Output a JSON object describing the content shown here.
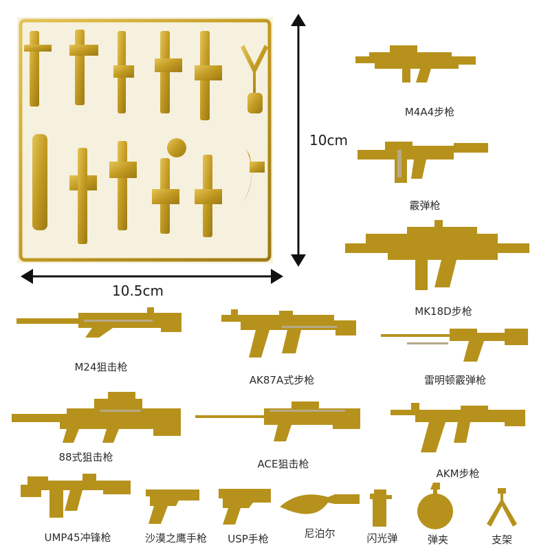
{
  "colors": {
    "gold": "#b6921c",
    "sprue": "#c9a32b",
    "arrow": "#111111"
  },
  "dimensions": {
    "height_label": "10cm",
    "width_label": "10.5cm"
  },
  "items": [
    {
      "id": "m4a4",
      "label": "M4A4步枪",
      "icon": "rifle-icon"
    },
    {
      "id": "shotgun",
      "label": "霰弹枪",
      "icon": "shotgun-icon"
    },
    {
      "id": "mk18d",
      "label": "MK18D步枪",
      "icon": "rifle-icon"
    },
    {
      "id": "m24",
      "label": "M24狙击枪",
      "icon": "sniper-rifle-icon"
    },
    {
      "id": "ak87a",
      "label": "AK87A式步枪",
      "icon": "rifle-icon"
    },
    {
      "id": "remington",
      "label": "雷明顿霰弹枪",
      "icon": "shotgun-icon"
    },
    {
      "id": "type88",
      "label": "88式狙击枪",
      "icon": "sniper-rifle-icon"
    },
    {
      "id": "ace",
      "label": "ACE狙击枪",
      "icon": "sniper-rifle-icon"
    },
    {
      "id": "akm",
      "label": "AKM步枪",
      "icon": "rifle-icon"
    },
    {
      "id": "ump45",
      "label": "UMP45冲锋枪",
      "icon": "smg-icon"
    },
    {
      "id": "deagle",
      "label": "沙漠之鹰手枪",
      "icon": "pistol-icon"
    },
    {
      "id": "usp",
      "label": "USP手枪",
      "icon": "pistol-icon"
    },
    {
      "id": "kukri",
      "label": "尼泊尔",
      "icon": "knife-icon"
    },
    {
      "id": "flashbang",
      "label": "闪光弹",
      "icon": "grenade-icon"
    },
    {
      "id": "magazine",
      "label": "弹夹",
      "icon": "magazine-icon"
    },
    {
      "id": "bipod",
      "label": "支架",
      "icon": "bipod-icon"
    }
  ]
}
